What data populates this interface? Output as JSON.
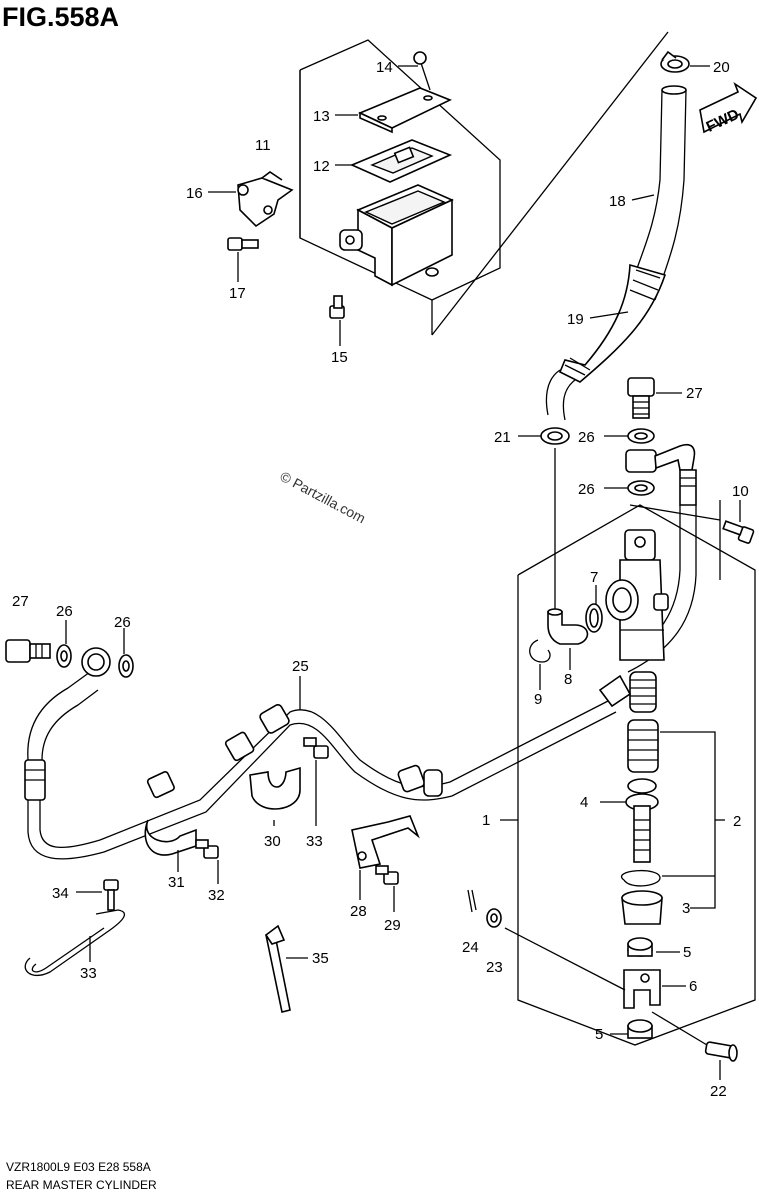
{
  "figure": {
    "title": "FIG.558A",
    "footer_code": "VZR1800L9  E03  E28  558A",
    "footer_name": "REAR MASTER CYLINDER",
    "watermark": "© Partzilla.com",
    "fwd_label": "FWD"
  },
  "callouts": [
    {
      "id": "c1",
      "text": "1"
    },
    {
      "id": "c2",
      "text": "2"
    },
    {
      "id": "c3",
      "text": "3"
    },
    {
      "id": "c4",
      "text": "4"
    },
    {
      "id": "c5a",
      "text": "5"
    },
    {
      "id": "c5b",
      "text": "5"
    },
    {
      "id": "c6",
      "text": "6"
    },
    {
      "id": "c7",
      "text": "7"
    },
    {
      "id": "c8",
      "text": "8"
    },
    {
      "id": "c9",
      "text": "9"
    },
    {
      "id": "c10",
      "text": "10"
    },
    {
      "id": "c11",
      "text": "11"
    },
    {
      "id": "c12",
      "text": "12"
    },
    {
      "id": "c13",
      "text": "13"
    },
    {
      "id": "c14",
      "text": "14"
    },
    {
      "id": "c15",
      "text": "15"
    },
    {
      "id": "c16",
      "text": "16"
    },
    {
      "id": "c17",
      "text": "17"
    },
    {
      "id": "c18",
      "text": "18"
    },
    {
      "id": "c19",
      "text": "19"
    },
    {
      "id": "c20",
      "text": "20"
    },
    {
      "id": "c21",
      "text": "21"
    },
    {
      "id": "c22",
      "text": "22"
    },
    {
      "id": "c23",
      "text": "23"
    },
    {
      "id": "c24",
      "text": "24"
    },
    {
      "id": "c25",
      "text": "25"
    },
    {
      "id": "c26a",
      "text": "26"
    },
    {
      "id": "c26b",
      "text": "26"
    },
    {
      "id": "c26c",
      "text": "26"
    },
    {
      "id": "c26d",
      "text": "26"
    },
    {
      "id": "c27a",
      "text": "27"
    },
    {
      "id": "c27b",
      "text": "27"
    },
    {
      "id": "c28",
      "text": "28"
    },
    {
      "id": "c29",
      "text": "29"
    },
    {
      "id": "c30",
      "text": "30"
    },
    {
      "id": "c31",
      "text": "31"
    },
    {
      "id": "c32",
      "text": "32"
    },
    {
      "id": "c33a",
      "text": "33"
    },
    {
      "id": "c33b",
      "text": "33"
    },
    {
      "id": "c34",
      "text": "34"
    },
    {
      "id": "c35",
      "text": "35"
    }
  ]
}
